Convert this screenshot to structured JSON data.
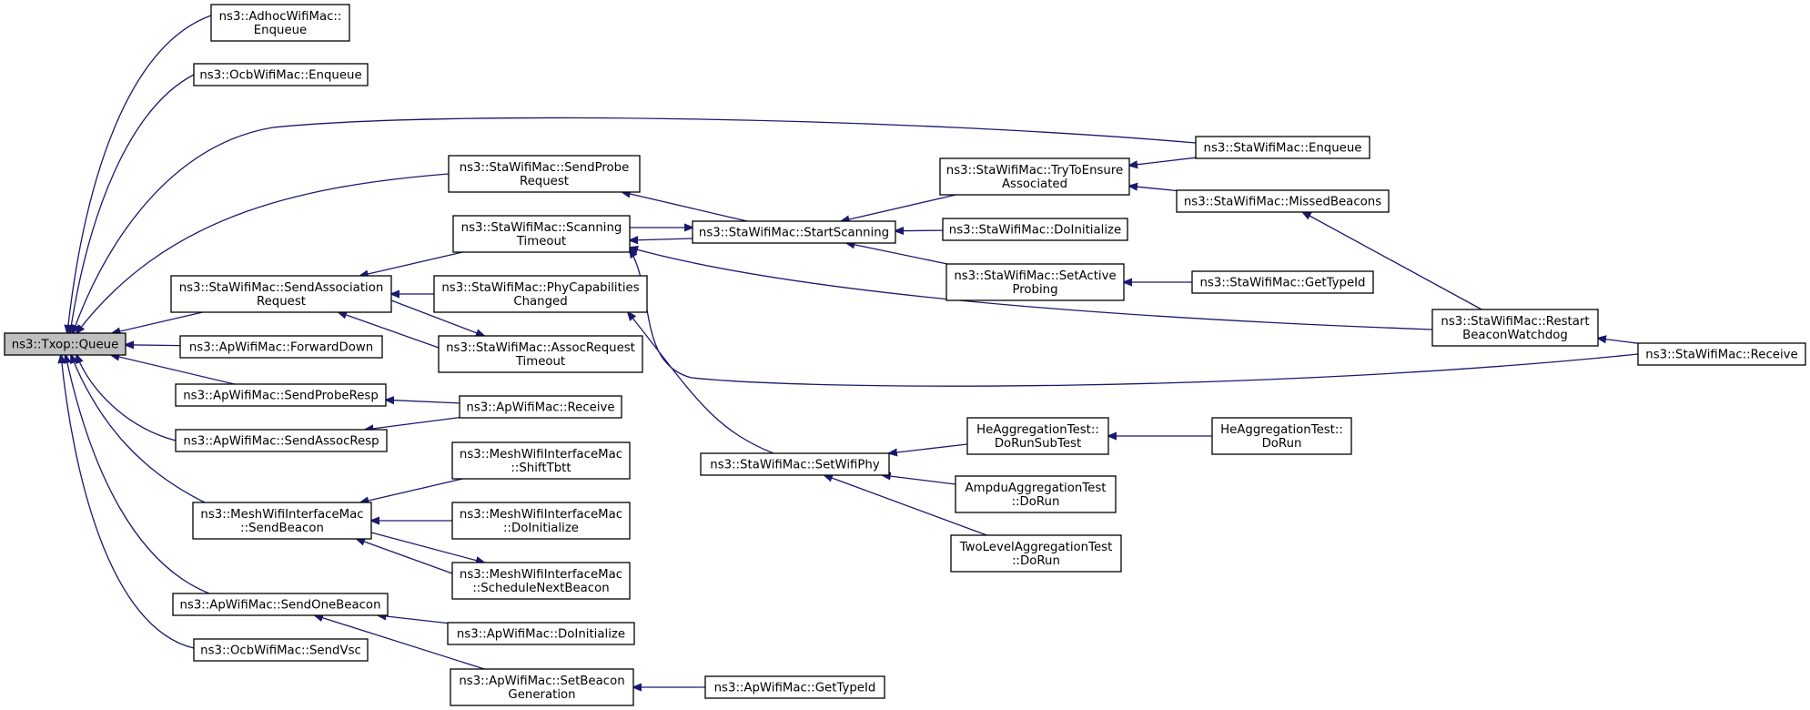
{
  "graph": {
    "root": "txop_queue",
    "nodes": [
      {
        "id": "txop_queue",
        "lines": [
          "ns3::Txop::Queue"
        ],
        "root": true
      },
      {
        "id": "adhoc_enqueue",
        "lines": [
          "ns3::AdhocWifiMac::",
          "Enqueue"
        ]
      },
      {
        "id": "ocb_enqueue",
        "lines": [
          "ns3::OcbWifiMac::Enqueue"
        ]
      },
      {
        "id": "sta_sendprobe",
        "lines": [
          "ns3::StaWifiMac::SendProbe",
          "Request"
        ]
      },
      {
        "id": "sta_scantimeout",
        "lines": [
          "ns3::StaWifiMac::Scanning",
          "Timeout"
        ]
      },
      {
        "id": "sta_sendassoc",
        "lines": [
          "ns3::StaWifiMac::SendAssociation",
          "Request"
        ]
      },
      {
        "id": "sta_phycap",
        "lines": [
          "ns3::StaWifiMac::PhyCapabilities",
          "Changed"
        ]
      },
      {
        "id": "sta_assoctimeout",
        "lines": [
          "ns3::StaWifiMac::AssocRequest",
          "Timeout"
        ]
      },
      {
        "id": "ap_forwarddown",
        "lines": [
          "ns3::ApWifiMac::ForwardDown"
        ]
      },
      {
        "id": "ap_sendproberesp",
        "lines": [
          "ns3::ApWifiMac::SendProbeResp"
        ]
      },
      {
        "id": "ap_receive",
        "lines": [
          "ns3::ApWifiMac::Receive"
        ]
      },
      {
        "id": "ap_sendassocresp",
        "lines": [
          "ns3::ApWifiMac::SendAssocResp"
        ]
      },
      {
        "id": "mesh_sendbeacon",
        "lines": [
          "ns3::MeshWifiInterfaceMac",
          "::SendBeacon"
        ]
      },
      {
        "id": "mesh_shifttbtt",
        "lines": [
          "ns3::MeshWifiInterfaceMac",
          "::ShiftTbtt"
        ]
      },
      {
        "id": "mesh_doinit",
        "lines": [
          "ns3::MeshWifiInterfaceMac",
          "::DoInitialize"
        ]
      },
      {
        "id": "mesh_schednext",
        "lines": [
          "ns3::MeshWifiInterfaceMac",
          "::ScheduleNextBeacon"
        ]
      },
      {
        "id": "ap_sendonebeacon",
        "lines": [
          "ns3::ApWifiMac::SendOneBeacon"
        ]
      },
      {
        "id": "ap_doinit",
        "lines": [
          "ns3::ApWifiMac::DoInitialize"
        ]
      },
      {
        "id": "ap_setbeacongen",
        "lines": [
          "ns3::ApWifiMac::SetBeacon",
          "Generation"
        ]
      },
      {
        "id": "ap_gettypeid",
        "lines": [
          "ns3::ApWifiMac::GetTypeId"
        ]
      },
      {
        "id": "ocb_sendvsc",
        "lines": [
          "ns3::OcbWifiMac::SendVsc"
        ]
      },
      {
        "id": "sta_startscan",
        "lines": [
          "ns3::StaWifiMac::StartScanning"
        ]
      },
      {
        "id": "sta_trytoensure",
        "lines": [
          "ns3::StaWifiMac::TryToEnsure",
          "Associated"
        ]
      },
      {
        "id": "sta_doinit",
        "lines": [
          "ns3::StaWifiMac::DoInitialize"
        ]
      },
      {
        "id": "sta_setactive",
        "lines": [
          "ns3::StaWifiMac::SetActive",
          "Probing"
        ]
      },
      {
        "id": "sta_gettypeid",
        "lines": [
          "ns3::StaWifiMac::GetTypeId"
        ]
      },
      {
        "id": "sta_setwifiphy",
        "lines": [
          "ns3::StaWifiMac::SetWifiPhy"
        ]
      },
      {
        "id": "he_dorunsub",
        "lines": [
          "HeAggregationTest::",
          "DoRunSubTest"
        ]
      },
      {
        "id": "he_dorun",
        "lines": [
          "HeAggregationTest::",
          "DoRun"
        ]
      },
      {
        "id": "ampdu_dorun",
        "lines": [
          "AmpduAggregationTest",
          "::DoRun"
        ]
      },
      {
        "id": "twolevel_dorun",
        "lines": [
          "TwoLevelAggregationTest",
          "::DoRun"
        ]
      },
      {
        "id": "sta_enqueue",
        "lines": [
          "ns3::StaWifiMac::Enqueue"
        ]
      },
      {
        "id": "sta_missed",
        "lines": [
          "ns3::StaWifiMac::MissedBeacons"
        ]
      },
      {
        "id": "sta_restart",
        "lines": [
          "ns3::StaWifiMac::Restart",
          "BeaconWatchdog"
        ]
      },
      {
        "id": "sta_receive",
        "lines": [
          "ns3::StaWifiMac::Receive"
        ]
      }
    ],
    "edges": [
      {
        "from": "adhoc_enqueue",
        "to": "txop_queue"
      },
      {
        "from": "ocb_enqueue",
        "to": "txop_queue"
      },
      {
        "from": "sta_enqueue",
        "to": "txop_queue"
      },
      {
        "from": "sta_sendprobe",
        "to": "txop_queue"
      },
      {
        "from": "sta_sendassoc",
        "to": "txop_queue"
      },
      {
        "from": "ap_forwarddown",
        "to": "txop_queue"
      },
      {
        "from": "ap_sendproberesp",
        "to": "txop_queue"
      },
      {
        "from": "ap_sendassocresp",
        "to": "txop_queue"
      },
      {
        "from": "mesh_sendbeacon",
        "to": "txop_queue"
      },
      {
        "from": "ap_sendonebeacon",
        "to": "txop_queue"
      },
      {
        "from": "ocb_sendvsc",
        "to": "txop_queue"
      },
      {
        "from": "sta_startscan",
        "to": "sta_sendprobe"
      },
      {
        "from": "sta_scantimeout",
        "to": "sta_sendassoc"
      },
      {
        "from": "sta_phycap",
        "to": "sta_sendassoc"
      },
      {
        "from": "sta_assoctimeout",
        "to": "sta_sendassoc"
      },
      {
        "from": "sta_sendassoc",
        "to": "sta_assoctimeout"
      },
      {
        "from": "sta_startscan",
        "to": "sta_scantimeout"
      },
      {
        "from": "sta_scantimeout",
        "to": "sta_startscan"
      },
      {
        "from": "sta_trytoensure",
        "to": "sta_startscan"
      },
      {
        "from": "sta_doinit",
        "to": "sta_startscan"
      },
      {
        "from": "sta_setactive",
        "to": "sta_startscan"
      },
      {
        "from": "sta_gettypeid",
        "to": "sta_setactive"
      },
      {
        "from": "sta_enqueue",
        "to": "sta_trytoensure"
      },
      {
        "from": "sta_missed",
        "to": "sta_trytoensure"
      },
      {
        "from": "sta_restart",
        "to": "sta_missed"
      },
      {
        "from": "sta_restart",
        "to": "sta_scantimeout"
      },
      {
        "from": "sta_receive",
        "to": "sta_scantimeout"
      },
      {
        "from": "sta_receive",
        "to": "sta_restart"
      },
      {
        "from": "sta_setwifiphy",
        "to": "sta_phycap"
      },
      {
        "from": "he_dorunsub",
        "to": "sta_setwifiphy"
      },
      {
        "from": "ampdu_dorun",
        "to": "sta_setwifiphy"
      },
      {
        "from": "twolevel_dorun",
        "to": "sta_setwifiphy"
      },
      {
        "from": "he_dorun",
        "to": "he_dorunsub"
      },
      {
        "from": "ap_receive",
        "to": "ap_sendproberesp"
      },
      {
        "from": "ap_receive",
        "to": "ap_sendassocresp"
      },
      {
        "from": "mesh_shifttbtt",
        "to": "mesh_sendbeacon"
      },
      {
        "from": "mesh_doinit",
        "to": "mesh_sendbeacon"
      },
      {
        "from": "mesh_schednext",
        "to": "mesh_sendbeacon"
      },
      {
        "from": "mesh_sendbeacon",
        "to": "mesh_schednext"
      },
      {
        "from": "ap_doinit",
        "to": "ap_sendonebeacon"
      },
      {
        "from": "ap_setbeacongen",
        "to": "ap_sendonebeacon"
      },
      {
        "from": "ap_gettypeid",
        "to": "ap_setbeacongen"
      }
    ]
  }
}
